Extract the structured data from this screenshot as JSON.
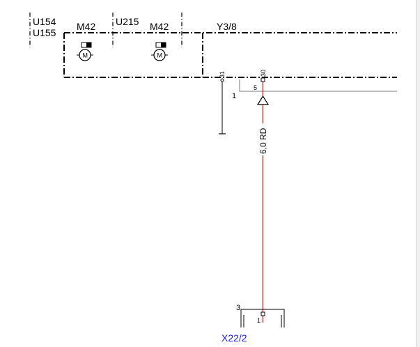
{
  "diagram": {
    "components": {
      "u154": "U154",
      "u155": "U155",
      "u215": "U215",
      "m42_left": "M42",
      "m42_right": "M42",
      "y3_8": "Y3/8",
      "x22_2": "X22/2"
    },
    "pins": {
      "p31": "31",
      "p30": "30",
      "p5": "5",
      "p1_upper": "1",
      "p3": "3",
      "p1_lower": "1"
    },
    "wire": {
      "label": "6,0 RD",
      "color": "#e00000"
    },
    "motor_symbol": "M"
  }
}
